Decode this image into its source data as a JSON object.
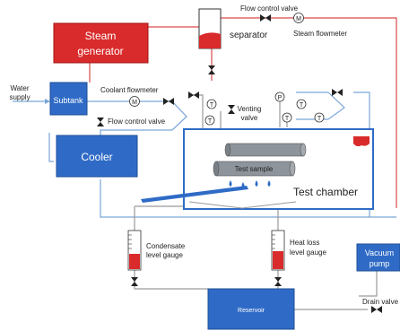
{
  "labels": {
    "flow_control_valve_top": "Flow control valve",
    "separator": "separator",
    "steam_flowmeter": "Steam flowmeter",
    "steam_generator_line1": "Steam",
    "steam_generator_line2": "generator",
    "water_supply_line1": "Water",
    "water_supply_line2": "supply",
    "subtank": "Subtank",
    "coolant_flowmeter": "Coolant flowmeter",
    "flow_control_valve_mid": "Flow control valve",
    "venting_valve_line1": "Venting",
    "venting_valve_line2": "valve",
    "cooler": "Cooler",
    "test_sample": "Test sample",
    "test_chamber": "Test chamber",
    "condensate_gauge_line1": "Condensate",
    "condensate_gauge_line2": "level gauge",
    "heat_loss_gauge_line1": "Heat loss",
    "heat_loss_gauge_line2": "level gauge",
    "vacuum_pump_line1": "Vacuum",
    "vacuum_pump_line2": "pump",
    "reservoir": "Reservoir",
    "drain_valve": "Drain valve"
  },
  "symbols": {
    "flowmeter": "M",
    "temperature": "T",
    "pressure": "P"
  },
  "colors": {
    "component_blue": "#2f6bc6",
    "steam_red": "#d92b2b",
    "water_pipe_blue": "#7aa6d8",
    "steam_pipe_red": "#d94a4a",
    "gray_pipe": "#9a9a9a",
    "test_sample_gray": "#8d949b"
  }
}
